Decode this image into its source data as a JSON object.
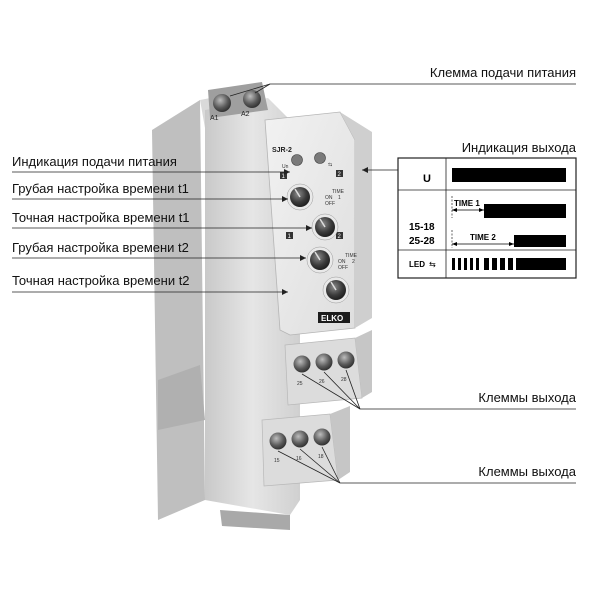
{
  "device": {
    "model": "SJR-2",
    "brand": "ELKO",
    "terminals_top": [
      "A1",
      "A2"
    ],
    "terminals_mid": [
      "25",
      "26",
      "28"
    ],
    "terminals_bottom": [
      "15",
      "16",
      "18"
    ],
    "indicator_labels": [
      "Un",
      "⇆"
    ],
    "knob_time_label": "TIME",
    "knob_on_off": [
      "ON",
      "OFF"
    ],
    "knob_sub_labels": [
      "1",
      "2"
    ],
    "knob_badges": [
      "1",
      "2",
      "1",
      "2"
    ]
  },
  "labels": {
    "power_terminal": "Клемма подачи питания",
    "output_indication": "Индикация выхода",
    "power_indication": "Индикация  подачи питания",
    "coarse_t1": "Грубая настройка времени t1",
    "fine_t1": "Точная настройка времени t1",
    "coarse_t2": "Грубая настройка времени t2",
    "fine_t2": "Точная настройка времени t2",
    "output_terminals_1": "Клеммы выхода",
    "output_terminals_2": "Клеммы выхода"
  },
  "timing": {
    "row_u": "U",
    "row_1518": "15-18",
    "row_2528": "25-28",
    "row_led": "LED",
    "time1": "TIME 1",
    "time2": "TIME 2"
  }
}
